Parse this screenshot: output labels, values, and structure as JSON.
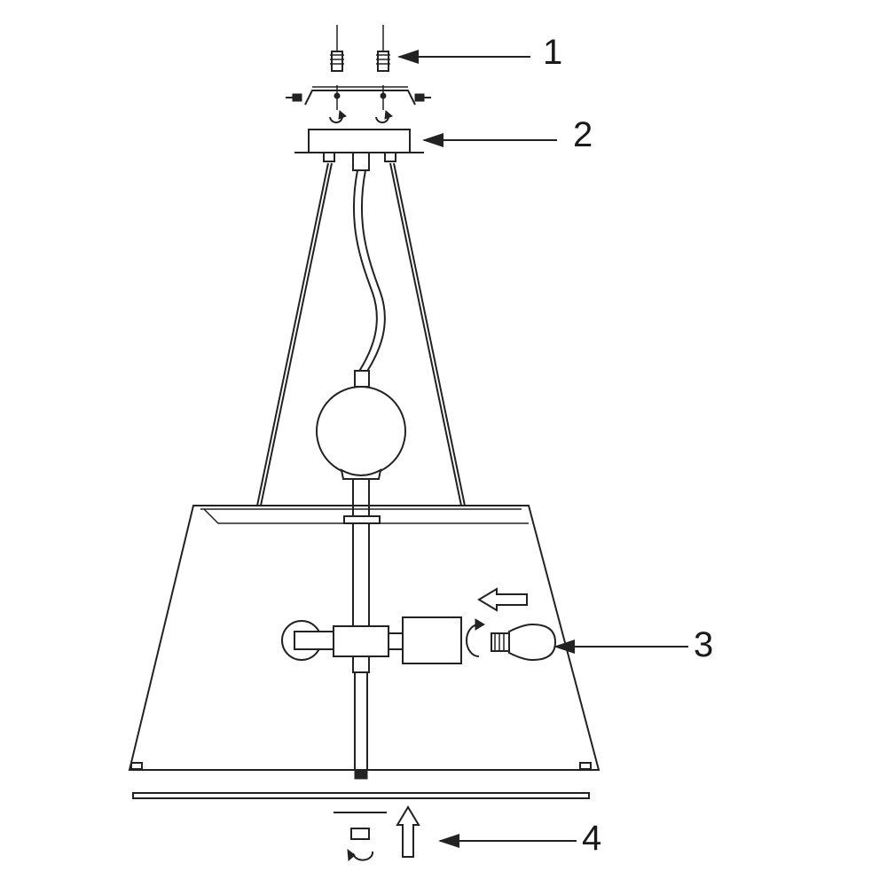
{
  "diagram": {
    "callouts": [
      {
        "id": "c1",
        "label": "1"
      },
      {
        "id": "c2",
        "label": "2"
      },
      {
        "id": "c3",
        "label": "3"
      },
      {
        "id": "c4",
        "label": "4"
      }
    ]
  },
  "colors": {
    "stroke": "#222222",
    "background": "#ffffff"
  },
  "icons": [
    "rotate-arrow-icon",
    "push-arrow-icon",
    "pointer-arrow-icon"
  ]
}
